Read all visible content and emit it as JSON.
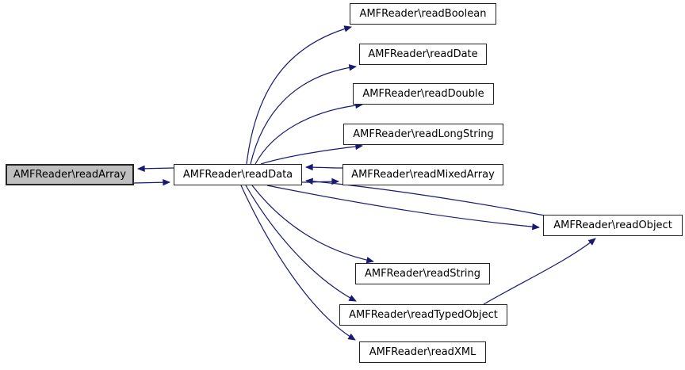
{
  "diagram": {
    "type": "call-graph",
    "background_color": "#ffffff",
    "edge_color": "#191970",
    "node_border_color": "#242424",
    "node_fill_color": "#ffffff",
    "highlighted_node_fill_color": "#bfbfbf",
    "nodes": {
      "readArray": {
        "label": "AMFReader\\readArray",
        "highlighted": true
      },
      "readData": {
        "label": "AMFReader\\readData",
        "highlighted": false
      },
      "readBoolean": {
        "label": "AMFReader\\readBoolean",
        "highlighted": false
      },
      "readDate": {
        "label": "AMFReader\\readDate",
        "highlighted": false
      },
      "readDouble": {
        "label": "AMFReader\\readDouble",
        "highlighted": false
      },
      "readLongString": {
        "label": "AMFReader\\readLongString",
        "highlighted": false
      },
      "readMixedArray": {
        "label": "AMFReader\\readMixedArray",
        "highlighted": false
      },
      "readObject": {
        "label": "AMFReader\\readObject",
        "highlighted": false
      },
      "readString": {
        "label": "AMFReader\\readString",
        "highlighted": false
      },
      "readTypedObject": {
        "label": "AMFReader\\readTypedObject",
        "highlighted": false
      },
      "readXML": {
        "label": "AMFReader\\readXML",
        "highlighted": false
      }
    },
    "edges": [
      {
        "from": "readData",
        "to": "readArray"
      },
      {
        "from": "readArray",
        "to": "readData"
      },
      {
        "from": "readData",
        "to": "readBoolean"
      },
      {
        "from": "readData",
        "to": "readDate"
      },
      {
        "from": "readData",
        "to": "readDouble"
      },
      {
        "from": "readData",
        "to": "readLongString"
      },
      {
        "from": "readMixedArray",
        "to": "readData"
      },
      {
        "from": "readData",
        "to": "readMixedArray"
      },
      {
        "from": "readData",
        "to": "readObject"
      },
      {
        "from": "readObject",
        "to": "readData"
      },
      {
        "from": "readData",
        "to": "readString"
      },
      {
        "from": "readData",
        "to": "readTypedObject"
      },
      {
        "from": "readData",
        "to": "readXML"
      },
      {
        "from": "readTypedObject",
        "to": "readObject"
      }
    ]
  }
}
